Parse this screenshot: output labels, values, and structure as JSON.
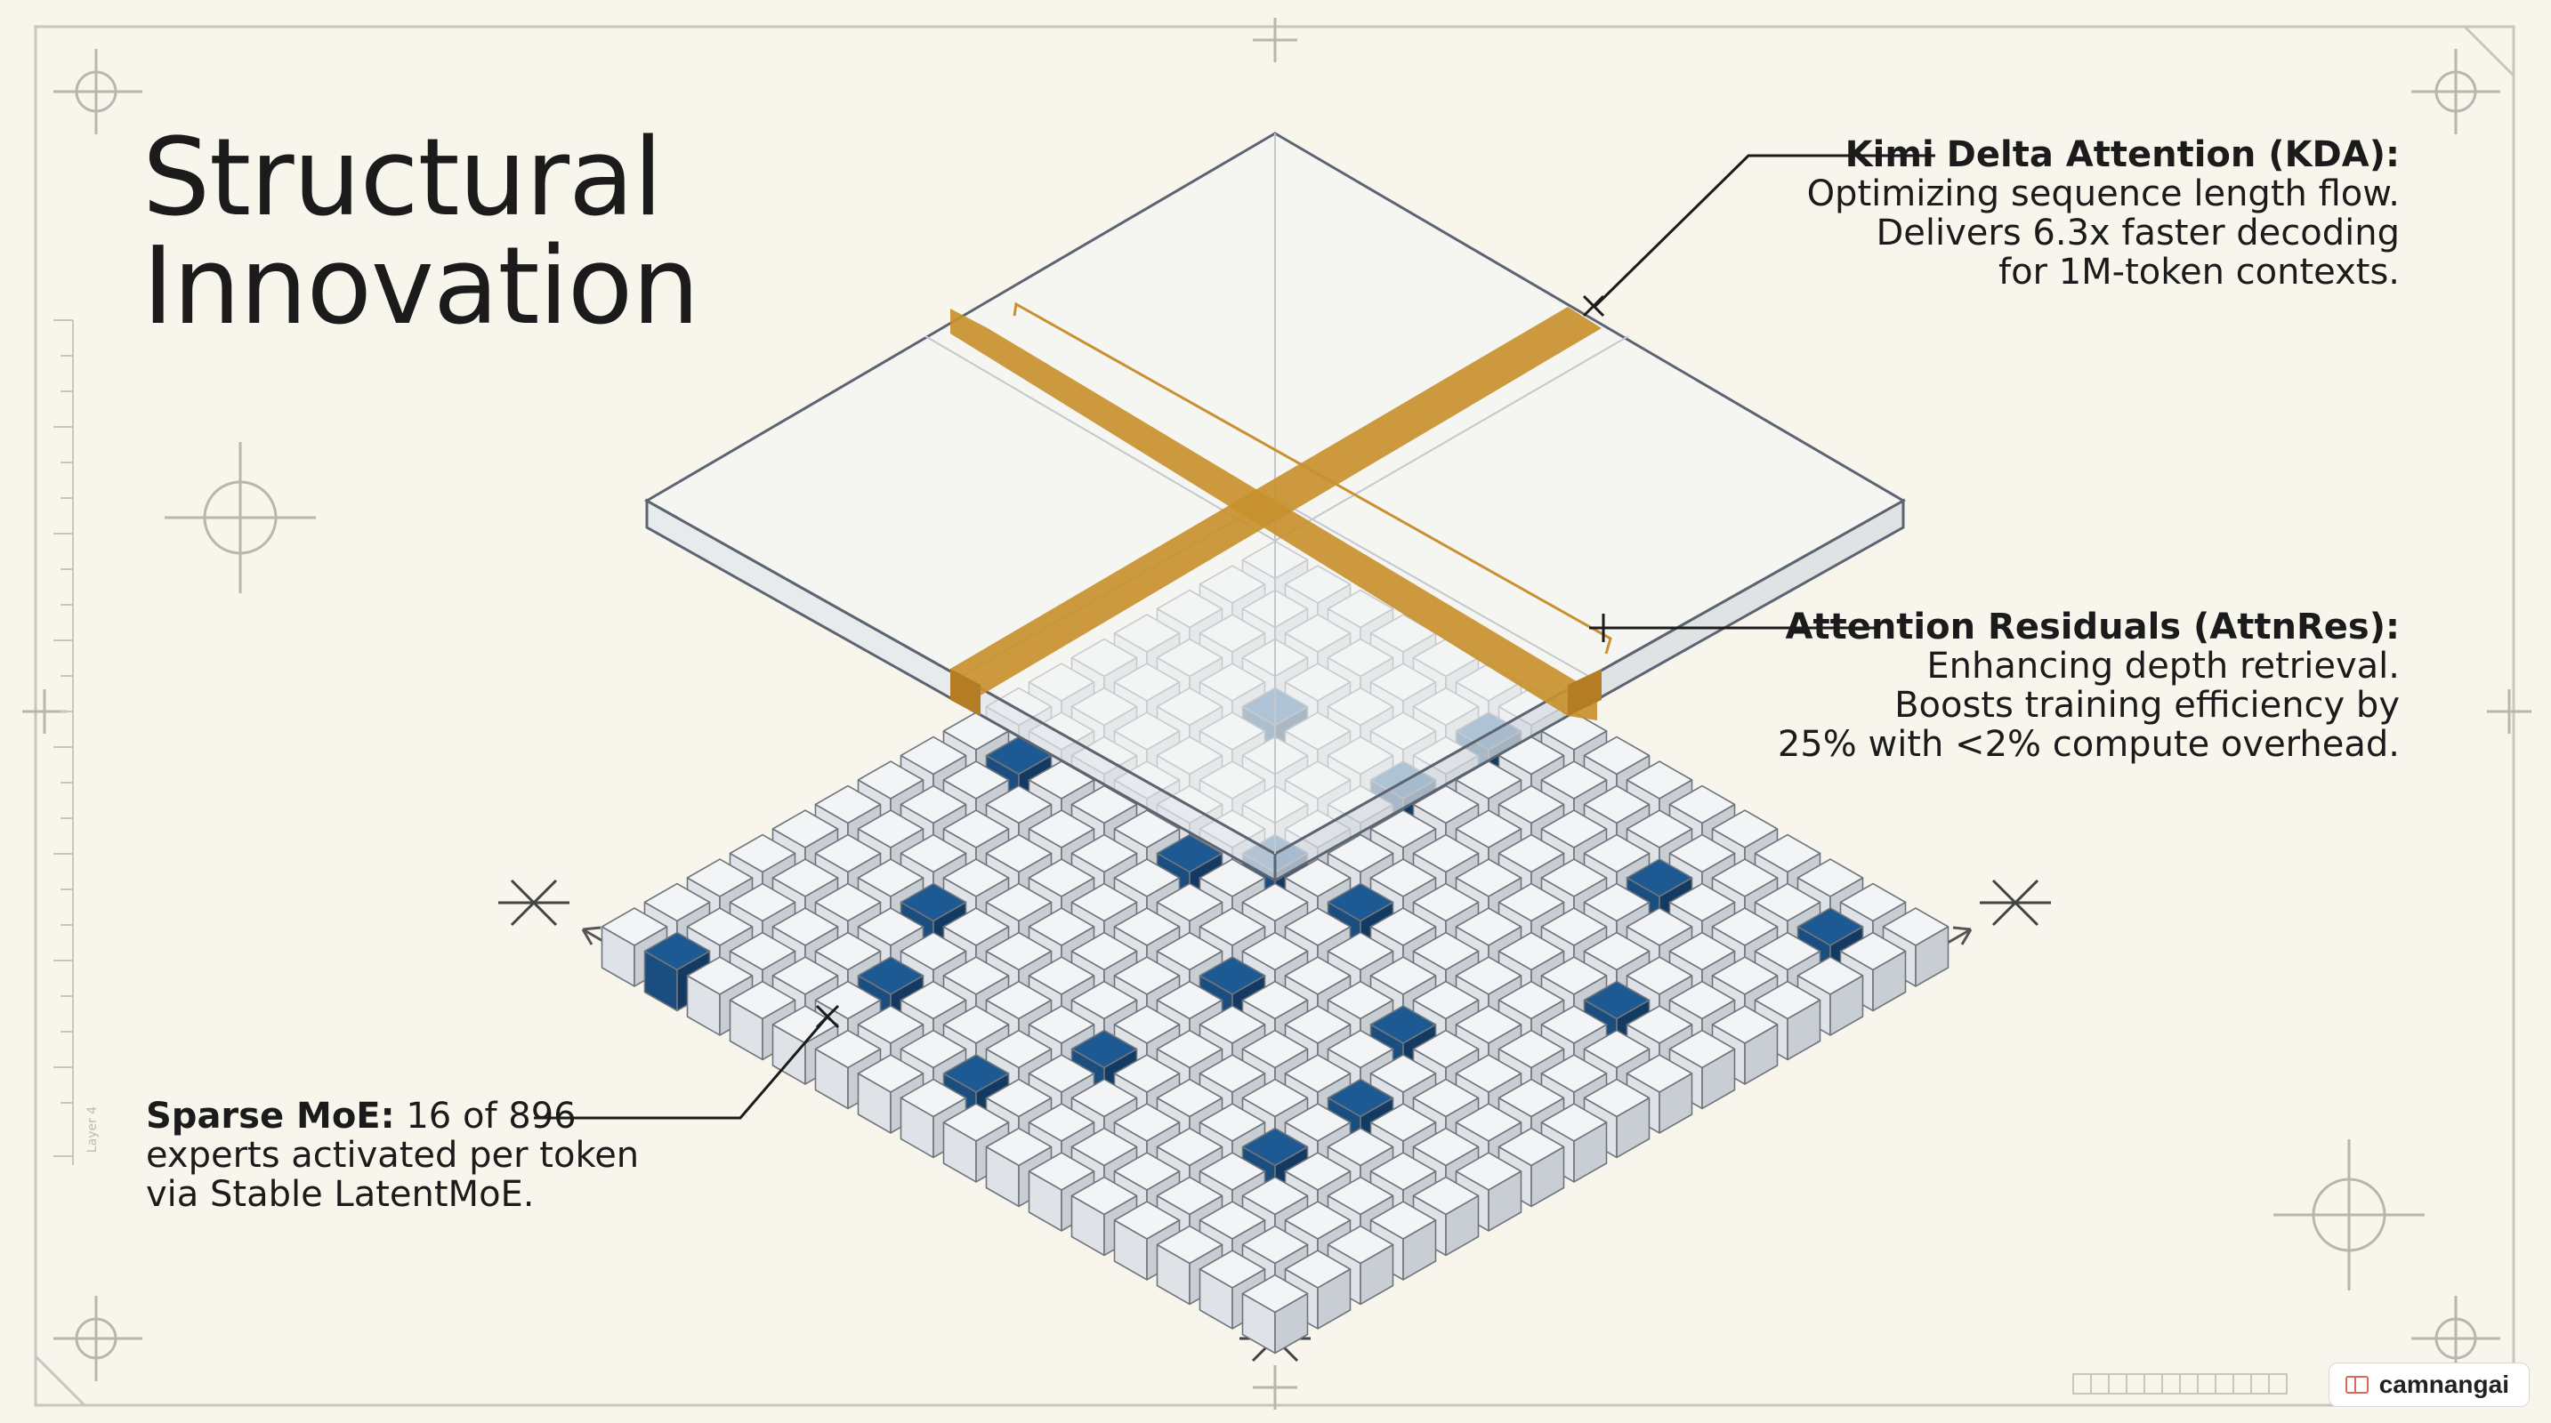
{
  "title": {
    "line1": "Structural",
    "line2": "Innovation"
  },
  "kda": {
    "heading": "Kimi Delta Attention (KDA):",
    "lines": [
      "Optimizing sequence length flow.",
      "Delivers 6.3x faster decoding",
      "for 1M-token contexts."
    ]
  },
  "attnres": {
    "heading": "Attention Residuals (AttnRes):",
    "lines": [
      "Enhancing depth retrieval.",
      "Boosts training efficiency by",
      "25% with <2% compute overhead."
    ]
  },
  "moe": {
    "heading": "Sparse MoE:",
    "heading_rest": " 16 of 896",
    "lines": [
      "experts activated per token",
      "via Stable LatentMoE."
    ]
  },
  "margin_label": "Layer 4",
  "watermark": "camnangai",
  "colors": {
    "background": "#f7f5ec",
    "expert_active": "#1d5a94",
    "expert_inactive": "#eceff1",
    "attention_band": "#c8902f",
    "line": "#2a2a2a"
  },
  "active_experts": [
    [
      3,
      3
    ],
    [
      1,
      7
    ],
    [
      6,
      6
    ],
    [
      6,
      3
    ],
    [
      6,
      1
    ],
    [
      11,
      2
    ],
    [
      14,
      1
    ],
    [
      5,
      7
    ],
    [
      8,
      6
    ],
    [
      13,
      5
    ],
    [
      12,
      10
    ],
    [
      11,
      8
    ],
    [
      12,
      12
    ],
    [
      8,
      9
    ],
    [
      7,
      14
    ],
    [
      8,
      12
    ],
    [
      3,
      11
    ],
    [
      4,
      13
    ],
    [
      1,
      15
    ]
  ]
}
